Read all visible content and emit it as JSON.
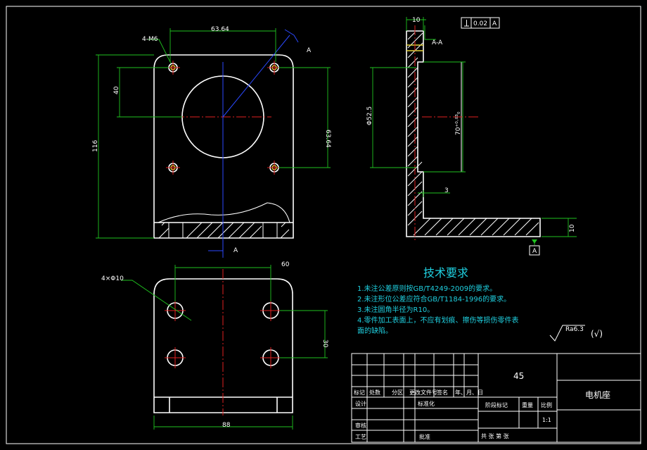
{
  "colors": {
    "background": "#000000",
    "outline": "#ffffff",
    "dimension": "#1fc21f",
    "centerline": "#e02020",
    "note": "#1fd0e0",
    "section": "#2b49ff"
  },
  "dims": {
    "top_hole_spacing": "63.64",
    "hole_callout": "4-M6",
    "height_40": "40",
    "height_116": "116",
    "right_6364": "63.64",
    "section_mark": "A",
    "side_width": "10",
    "flatness": "0.02",
    "datum": "A",
    "section_label": "A-A",
    "bore": "Φ52.5",
    "boss": "70⁺⁰·⁰³₀",
    "step": "3",
    "thick": "10",
    "bottom_60": "60",
    "bottom_holes": "4×Φ10",
    "bottom_30": "30",
    "bottom_88": "88"
  },
  "notes": {
    "title": "技术要求",
    "items": [
      "1.未注公差原则按GB/T4249-2009的要求。",
      "2.未注形位公差应符合GB/T1184-1996的要求。",
      "3.未注圆角半径为R10。",
      "4.零件加工表面上，不应有划痕、擦伤等损伤零件表",
      "  面的缺陷。"
    ],
    "roughness": "Ra6.3",
    "roughness_paren": "(√)"
  },
  "titleblock": {
    "material": "45",
    "part_name": "电机座",
    "row_labels": [
      "标记",
      "处数",
      "分区",
      "更改文件号",
      "签名",
      "年、月、日"
    ],
    "designer": "设计",
    "standard": "标准化",
    "stage": "阶段标记",
    "weight": "重量",
    "scale": "比例",
    "scale_val": "1:1",
    "review": "审核",
    "process": "工艺",
    "approve": "批准",
    "sheet": "共  张  第  张"
  }
}
